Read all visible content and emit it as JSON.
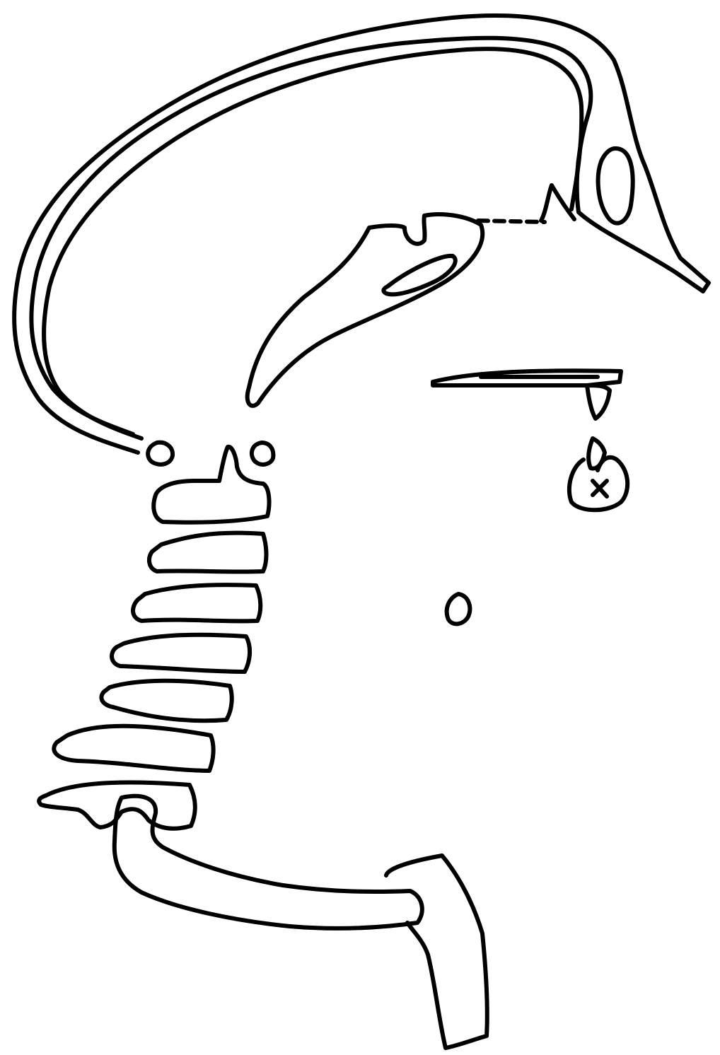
{
  "diagram": {
    "kind": "line drawing",
    "colors": {
      "background": "#ffffff",
      "ink": "#000000"
    },
    "parts": [
      {
        "name": "skull-cap",
        "text": ""
      },
      {
        "name": "frontal-sinus",
        "text": ""
      },
      {
        "name": "sella-cavity",
        "text": ""
      },
      {
        "name": "occipital-condyle",
        "text": ""
      },
      {
        "name": "cervical-vertebrae",
        "count": 7
      },
      {
        "name": "hyoid-bone",
        "text": ""
      },
      {
        "name": "clavicle",
        "text": ""
      },
      {
        "name": "scapula",
        "text": ""
      }
    ]
  }
}
